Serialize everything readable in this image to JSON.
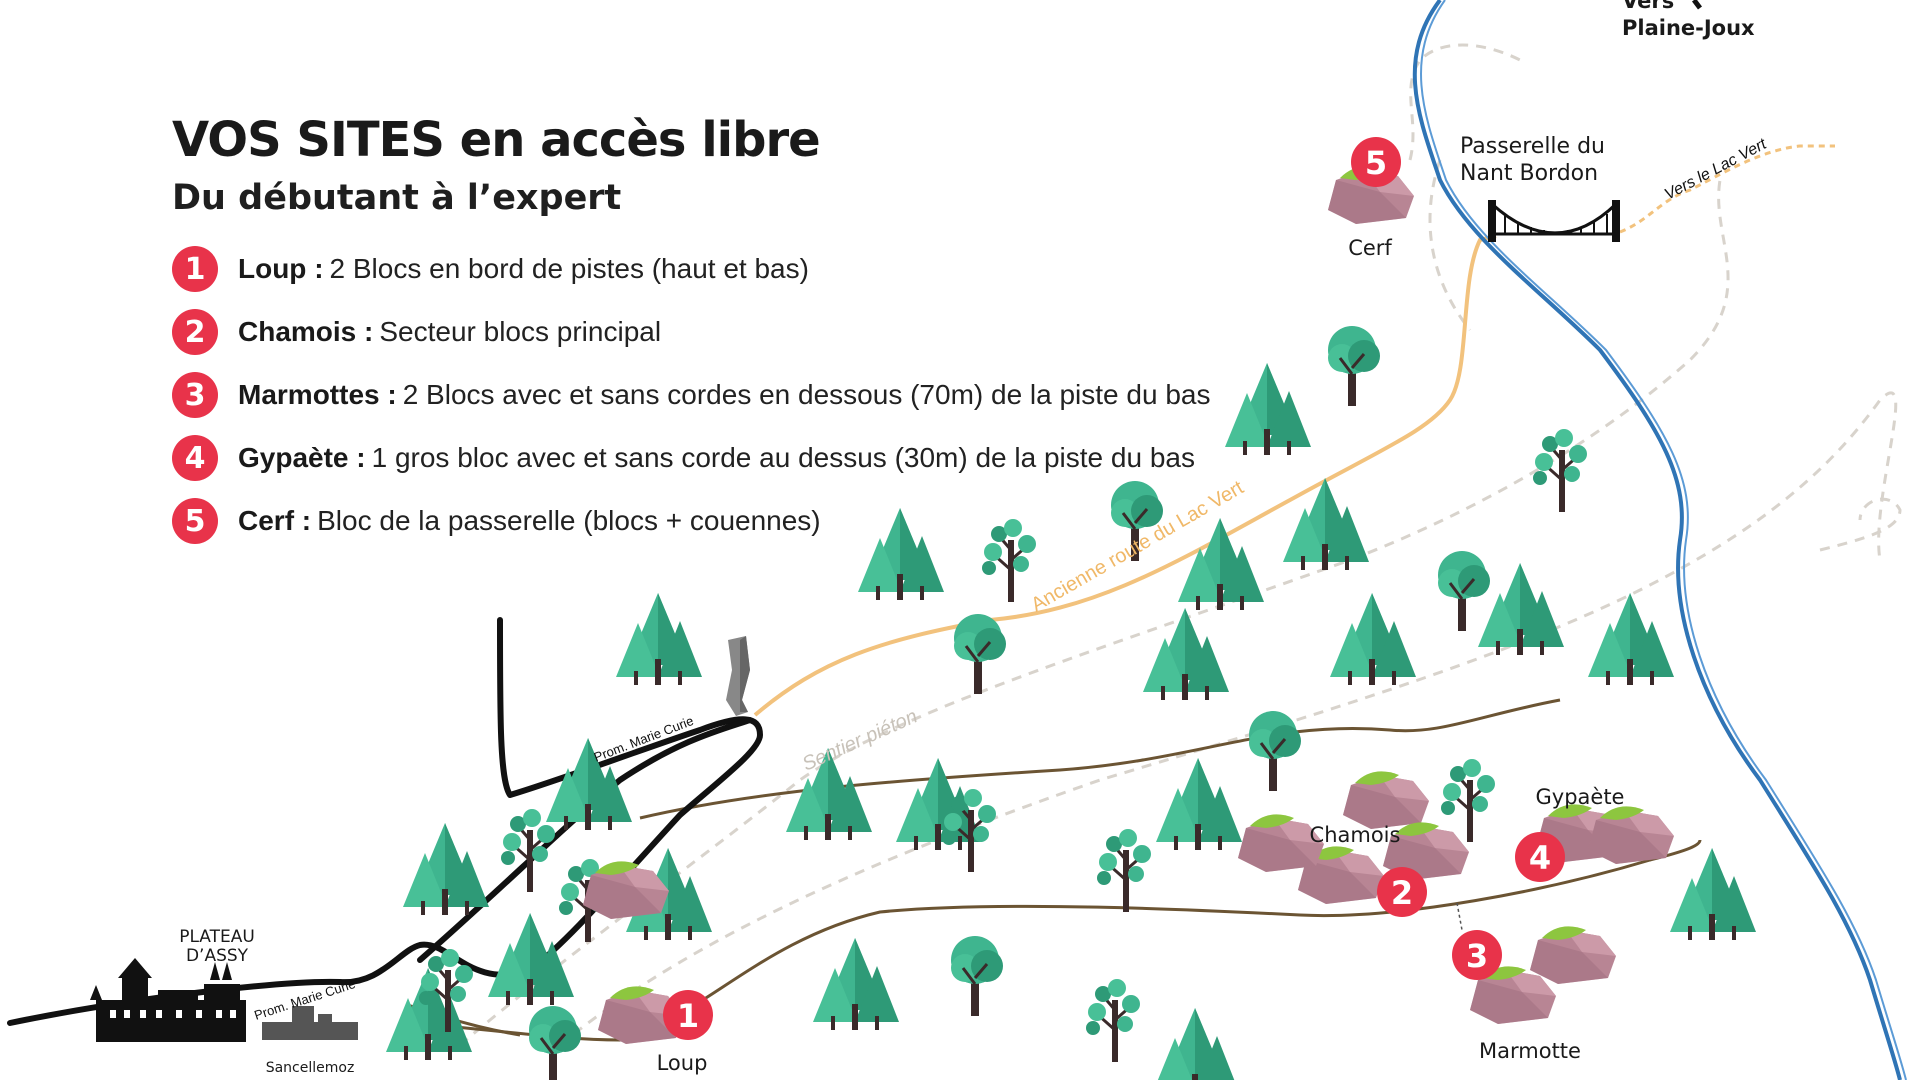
{
  "legend": {
    "title": "VOS SITES en accès libre",
    "subtitle": "Du débutant à l’expert",
    "items": [
      {
        "num": "1",
        "name": "Loup :",
        "desc": "2 Blocs en bord de pistes (haut et bas)"
      },
      {
        "num": "2",
        "name": "Chamois :",
        "desc": "Secteur blocs principal"
      },
      {
        "num": "3",
        "name": "Marmottes :",
        "desc": "2 Blocs avec et sans cordes en dessous (70m) de la piste du bas"
      },
      {
        "num": "4",
        "name": "Gypaète :",
        "desc": "1 gros bloc avec et sans corde au dessus (30m) de la piste du bas"
      },
      {
        "num": "5",
        "name": "Cerf :",
        "desc": "Bloc de la passerelle (blocs + couennes)"
      }
    ]
  },
  "map": {
    "sites": [
      {
        "num": "1",
        "label": "Loup"
      },
      {
        "num": "2",
        "label": "Chamois"
      },
      {
        "num": "3",
        "label": "Marmotte"
      },
      {
        "num": "4",
        "label": "Gypaète"
      },
      {
        "num": "5",
        "label": "Cerf"
      }
    ],
    "places": {
      "plateau_line1": "PLATEAU",
      "plateau_line2": "D’ASSY",
      "sancellemoz": "Sancellemoz",
      "vers_line1": "Vers",
      "vers_line2": "Plaine-Joux",
      "passerelle_line1": "Passerelle du",
      "passerelle_line2": "Nant Bordon"
    },
    "routes": {
      "ancienne_route": "Ancienne route du Lac Vert",
      "sentier": "Sentier piéton",
      "prom_upper": "Prom. Marie Curie",
      "prom_lower": "Prom. Marie Curie",
      "vers_lac_vert": "Vers le Lac Vert"
    },
    "colors": {
      "badge": "#e8334a",
      "orange_route": "#f2c27d",
      "brown_track": "#6b5433",
      "grey_path": "#d8d3cc",
      "river": "#2f74b5",
      "tree_green": "#3fb58f",
      "tree_dark": "#2e9a77",
      "rock": "#b88594",
      "moss": "#8dc63f"
    }
  }
}
